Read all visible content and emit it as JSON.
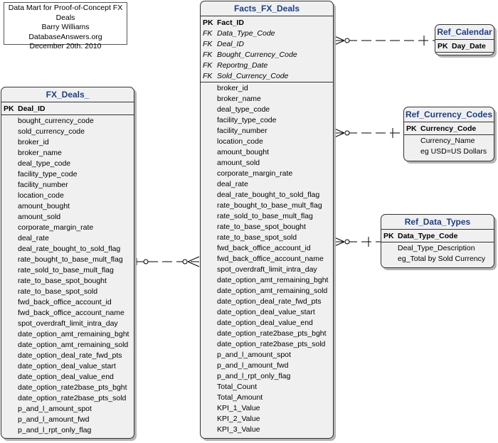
{
  "note": {
    "lines": [
      "Data Mart for Proof-of-Concept FX Deals",
      "Barry Williams",
      "DatabaseAnswers.org",
      "December 20th. 2010"
    ]
  },
  "entities": {
    "fx_deals": {
      "title": "FX_Deals_",
      "pk": [
        {
          "kind": "PK",
          "name": "Deal_ID"
        }
      ],
      "fields": [
        "bought_currency_code",
        "sold_currency_code",
        "broker_id",
        "broker_name",
        "deal_type_code",
        "facility_type_code",
        "facility_number",
        "location_code",
        "amount_bought",
        "amount_sold",
        "corporate_margin_rate",
        "deal_rate",
        "deal_rate_bought_to_sold_flag",
        "rate_bought_to_base_mult_flag",
        "rate_sold_to_base_mult_flag",
        "rate_to_base_spot_bought",
        "rate_to_base_spot_sold",
        "fwd_back_office_account_id",
        "fwd_back_office_account_name",
        "spot_overdraft_limit_intra_day",
        "date_option_amt_remaining_bght",
        "date_option_amt_remaining_sold",
        "date_option_deal_rate_fwd_pts",
        "date_option_deal_value_start",
        "date_option_deal_value_end",
        "date_option_rate2base_pts_bght",
        "date_option_rate2base_pts_sold",
        "p_and_l_amount_spot",
        "p_and_l_amount_fwd",
        "p_and_l_rpt_only_flag"
      ]
    },
    "facts_fx_deals": {
      "title": "Facts_FX_Deals",
      "pk": [
        {
          "kind": "PK",
          "name": "Fact_ID"
        },
        {
          "kind": "FK",
          "name": "Data_Type_Code"
        },
        {
          "kind": "FK",
          "name": "Deal_ID"
        },
        {
          "kind": "FK",
          "name": "Bought_Currency_Code"
        },
        {
          "kind": "FK",
          "name": "Reportng_Date"
        },
        {
          "kind": "FK",
          "name": "Sold_Currency_Code"
        }
      ],
      "fields": [
        "broker_id",
        "broker_name",
        "deal_type_code",
        "facility_type_code",
        "facility_number",
        "location_code",
        "amount_bought",
        "amount_sold",
        "corporate_margin_rate",
        "deal_rate",
        "deal_rate_bought_to_sold_flag",
        "rate_bought_to_base_mult_flag",
        "rate_sold_to_base_mult_flag",
        "rate_to_base_spot_bought",
        "rate_to_base_spot_sold",
        "fwd_back_office_account_id",
        "fwd_back_office_account_name",
        "spot_overdraft_limit_intra_day",
        "date_option_amt_remaining_bght",
        "date_option_amt_remaining_sold",
        "date_option_deal_rate_fwd_pts",
        "date_option_deal_value_start",
        "date_option_deal_value_end",
        "date_option_rate2base_pts_bght",
        "date_option_rate2base_pts_sold",
        "p_and_l_amount_spot",
        "p_and_l_amount_fwd",
        "p_and_l_rpt_only_flag",
        "Total_Count",
        "Total_Amount",
        "KPI_1_Value",
        "KPI_2_Value",
        "KPI_3_Value"
      ]
    },
    "ref_calendar": {
      "title": "Ref_Calendar",
      "pk": [
        {
          "kind": "PK",
          "name": "Day_Date"
        }
      ],
      "fields": []
    },
    "ref_currency_codes": {
      "title": "Ref_Currency_Codes",
      "pk": [
        {
          "kind": "PK",
          "name": "Currency_Code"
        }
      ],
      "fields": [
        "Currency_Name",
        "eg USD=US Dollars"
      ]
    },
    "ref_data_types": {
      "title": "Ref_Data_Types",
      "pk": [
        {
          "kind": "PK",
          "name": "Data_Type_Code"
        }
      ],
      "fields": [
        "Deal_Type_Description",
        "eg_Total by Sold Currency"
      ]
    }
  },
  "colors": {
    "title_text": "#1a3e8c",
    "entity_fill": "#f0f0f0",
    "border": "#333333"
  }
}
